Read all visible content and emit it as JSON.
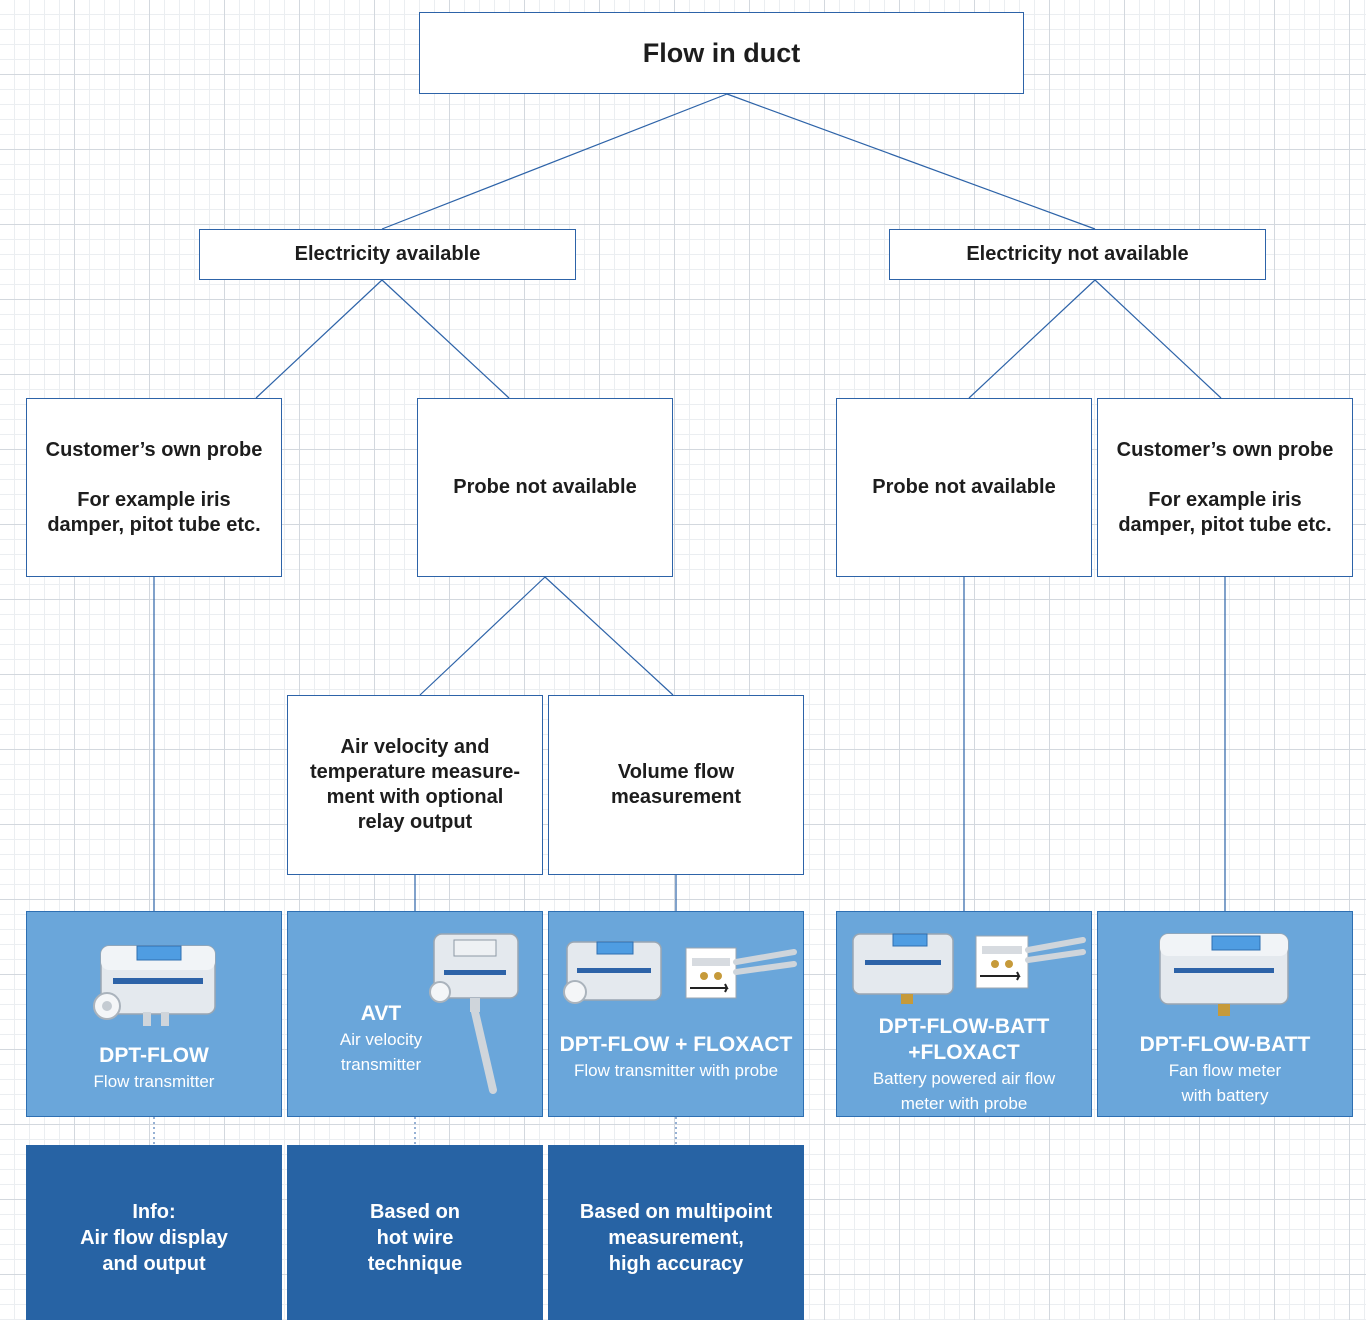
{
  "root": {
    "label": "Flow in duct"
  },
  "power": {
    "available": "Electricity available",
    "not_available": "Electricity not available"
  },
  "options": {
    "own_probe_a": {
      "title": "Customer’s own probe",
      "note": "For example iris\ndamper, pitot tube etc."
    },
    "no_probe_a": {
      "title": "Probe not available"
    },
    "no_probe_b": {
      "title": "Probe not available"
    },
    "own_probe_b": {
      "title": "Customer’s own probe",
      "note": "For example iris\ndamper, pitot tube etc."
    }
  },
  "measurement": {
    "air_velocity": "Air velocity and\ntemperature measure-\nment with optional\nrelay output",
    "volume_flow": "Volume flow\nmeasurement"
  },
  "products": [
    {
      "name": "DPT-FLOW",
      "desc": "Flow transmitter",
      "icon": "pressure-transmitter-icon"
    },
    {
      "name": "AVT",
      "desc": "Air velocity\ntransmitter",
      "icon": "air-velocity-probe-icon"
    },
    {
      "name": "DPT-FLOW + FLOXACT",
      "desc": "Flow transmitter with probe",
      "icon": "transmitter-with-probe-icon"
    },
    {
      "name": "DPT-FLOW-BATT\n+FLOXACT",
      "desc": "Battery powered air flow\nmeter with probe",
      "icon": "battery-meter-with-probe-icon"
    },
    {
      "name": "DPT-FLOW-BATT",
      "desc": "Fan flow meter\nwith battery",
      "icon": "battery-meter-icon"
    }
  ],
  "info": [
    "Info:\nAir flow display\nand output",
    "Based on\nhot wire\ntechnique",
    "Based on multipoint\nmeasurement,\nhigh accuracy"
  ],
  "colors": {
    "line": "#2d63a8",
    "product_fill": "#6aa6da",
    "info_fill": "#2763a4",
    "grid": "#d3d8de"
  }
}
